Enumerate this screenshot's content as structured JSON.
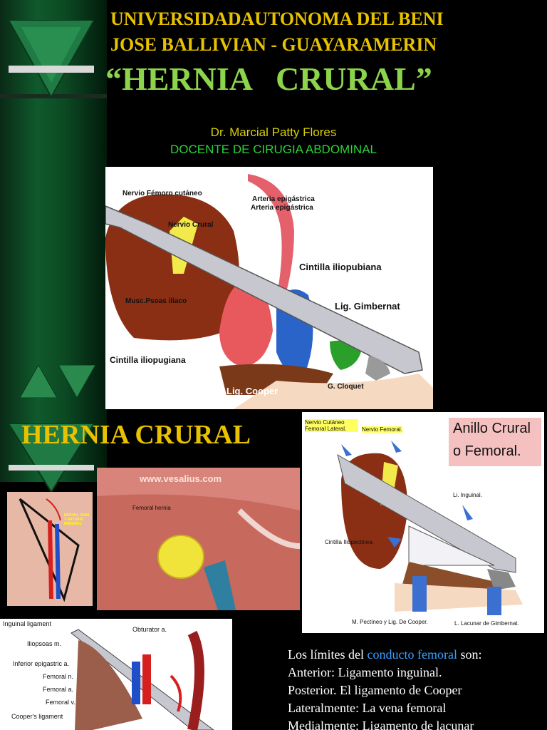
{
  "slide1": {
    "university_line1": "UNIVERSIDADAUTONOMA DEL BENI",
    "university_line2": "JOSE BALLIVIAN - GUAYARAMERIN",
    "main_title": "“HERNIA   CRURAL”",
    "author": "Dr. Marcial Patty Flores",
    "author_role": "DOCENTE DE CIRUGIA ABDOMINAL",
    "diagram_labels": {
      "nervio_femoro": "Nervio Fémoro cutáneo",
      "arteria1": "Arteria epigástrica",
      "arteria2": "Arteria epigástrica",
      "nervio_crural": "Nervio Crural",
      "cintilla_iliopubiana": "Cintilla iliopubiana",
      "musc_psoas": "Musc.Psoas iliaco",
      "lig_gimbernat": "Lig. Gimbernat",
      "cintilla_iliopugiana": "Cintilla iliopugiana",
      "lig_cooper": "Lig. Cooper",
      "g_cloquet": "G. Cloquet"
    }
  },
  "slide2": {
    "title": "HERNIA CRURAL",
    "vesalius_watermark": "www.vesalius.com",
    "femoral_hernia_label": "Femoral hernia",
    "thigh_label": "NERVIO, VENA Y ARTERIA FEMORAL",
    "anillo_title_1": "Anillo Crural",
    "anillo_title_2": "o Femoral.",
    "anillo_labels": {
      "nervio_cutaneo": "Nervio Cutáneo Femoral  Lateral.",
      "nervio_femoral": "Nervio Femoral.",
      "li_inguinal": "Li. Inguinal.",
      "cintilla": "Cintilla Iliopectinea.",
      "pectineo": "M. Pectíneo y Lig. De Cooper.",
      "lacunar": "L. Lacunar de Gimbernat."
    },
    "anatomy_labels": [
      "Inguinal ligament",
      "Iliopsoas m.",
      "Inferior epigastric a.",
      "Femoral n.",
      "Femoral a.",
      "Femoral v.",
      "Cooper's ligament"
    ],
    "obturator_label": "Obturator a.",
    "limits": {
      "intro_prefix": "Los límites del ",
      "intro_highlight": "conducto femoral",
      "intro_suffix": " son:",
      "anterior": "Anterior: Ligamento inguinal.",
      "posterior": "Posterior.  El ligamento de Cooper",
      "lateral": "Lateralmente: La vena femoral",
      "medial": "Medialmente: Ligamento de lacunar"
    }
  },
  "colors": {
    "accent_yellow": "#e8c200",
    "title_green": "#8cd44a",
    "band_green": "#0f5a2c",
    "highlight_blue": "#3aa0ff"
  }
}
